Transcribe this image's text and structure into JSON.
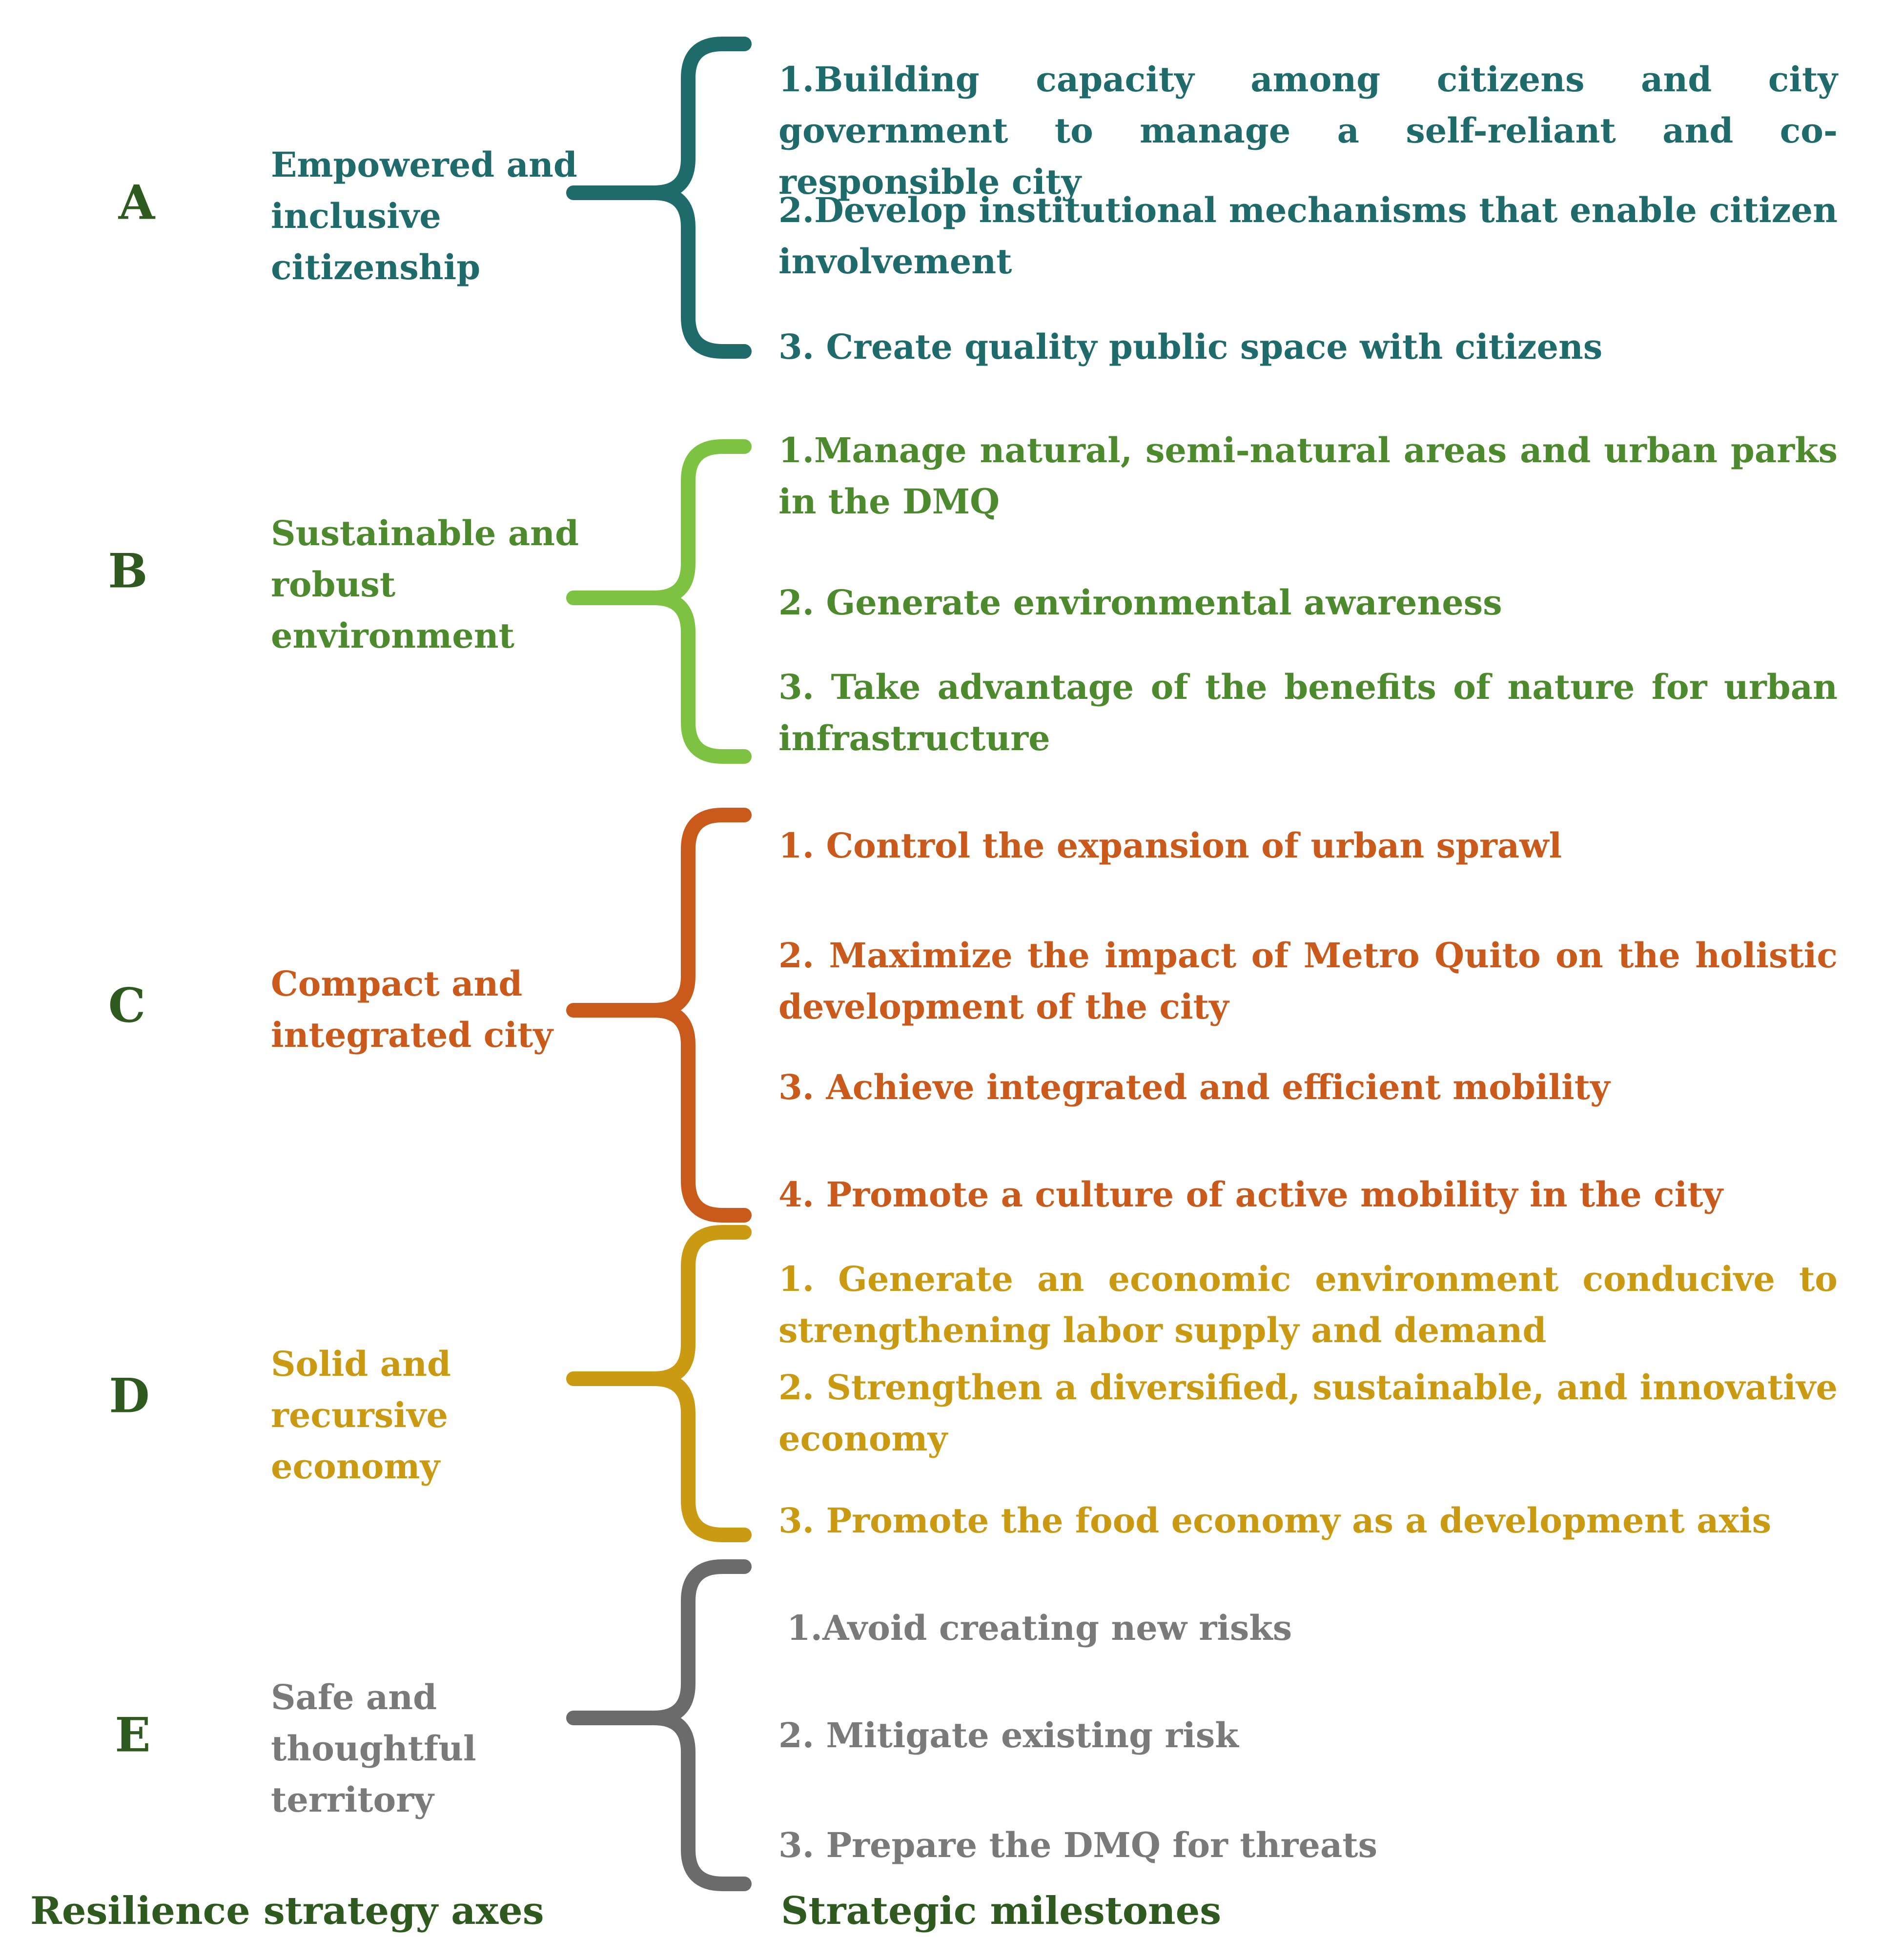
{
  "colors": {
    "A": "#1f6b6b",
    "B": "#7ec242",
    "B_text": "#4d8a2e",
    "C": "#c95a1c",
    "D": "#c99a12",
    "E": "#6b6b6b",
    "E_text": "#7a7a7a",
    "footer": "#2f5a1f"
  },
  "axes": [
    {
      "letter": "A",
      "label": "Empowered and inclusive citizenship",
      "milestones": [
        "1.Building capacity among citizens and city government to manage a self-reliant and co-responsible city",
        "2.Develop institutional mechanisms that enable citizen involvement",
        "3. Create quality public space with citizens"
      ]
    },
    {
      "letter": "B",
      "label": "Sustainable and robust environment",
      "milestones": [
        "1.Manage natural, semi-natural areas and urban parks in the DMQ",
        "2. Generate environmental awareness",
        "3. Take advantage of the benefits of nature for urban infrastructure"
      ]
    },
    {
      "letter": "C",
      "label": "Compact and integrated city",
      "milestones": [
        "1. Control the expansion of urban sprawl",
        "2. Maximize the impact of Metro Quito on the holistic development of the city",
        "3. Achieve integrated and efficient mobility",
        "4. Promote a culture of active mobility in the city"
      ]
    },
    {
      "letter": "D",
      "label": "Solid and recursive economy",
      "milestones": [
        "1. Generate an economic environment conducive to strengthening labor supply and demand",
        "2. Strengthen a diversified, sustainable, and innovative economy",
        "3. Promote the food economy as a development axis"
      ]
    },
    {
      "letter": "E",
      "label": "Safe and thoughtful territory",
      "milestones": [
        "1.Avoid creating new risks",
        "2. Mitigate existing risk",
        "3. Prepare the DMQ for threats"
      ]
    }
  ],
  "footer": {
    "left": "Resilience strategy axes",
    "right": "Strategic milestones"
  }
}
